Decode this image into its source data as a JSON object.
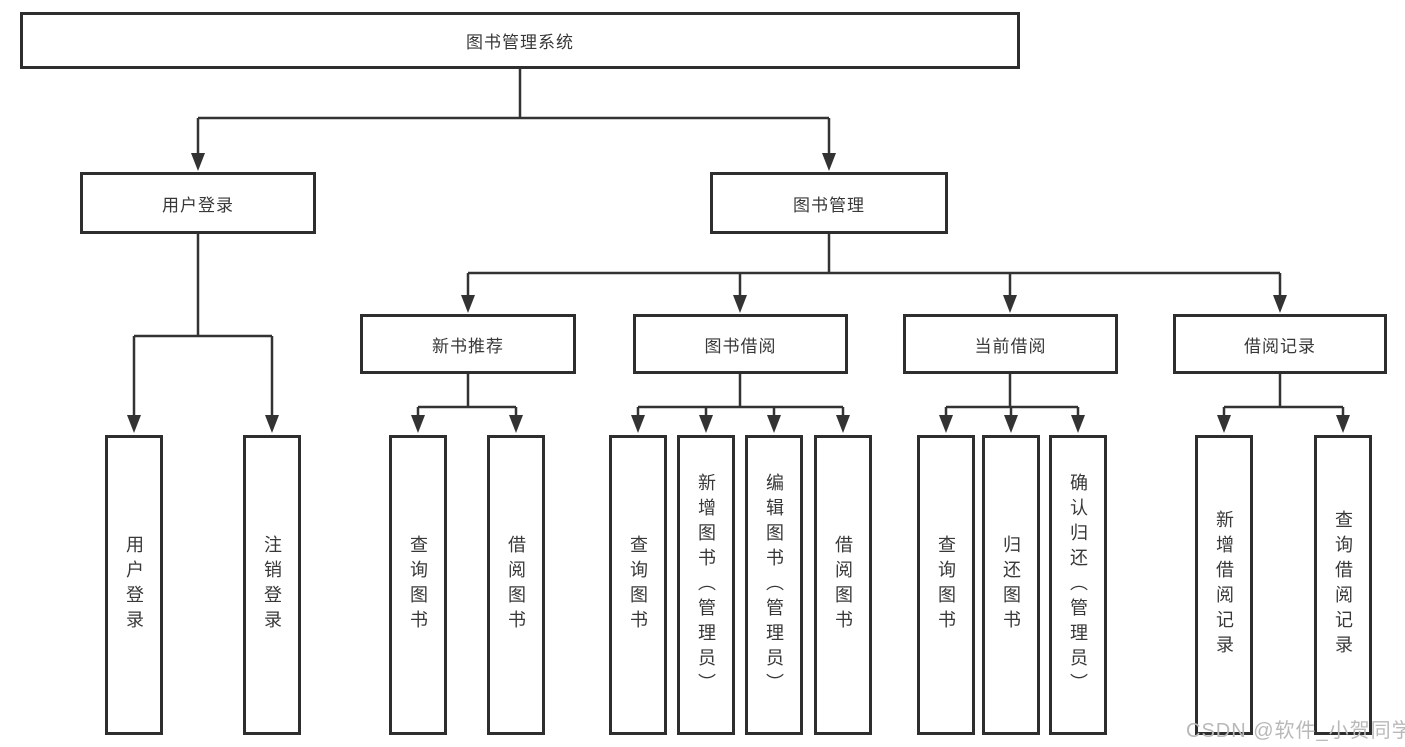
{
  "title": "图书管理系统",
  "nodes": {
    "user_login": "用户登录",
    "book_management": "图书管理",
    "new_book_recommend": "新书推荐",
    "book_borrowing": "图书借阅",
    "current_borrowing": "当前借阅",
    "borrowing_records": "借阅记录"
  },
  "leaves": {
    "user_login": "用户登录",
    "logout": "注销登录",
    "nbr_query_books": "查询图书",
    "nbr_borrow_books": "借阅图书",
    "bb_query_books": "查询图书",
    "bb_add_books": "新增图书（管理员）",
    "bb_edit_books": "编辑图书（管理员）",
    "bb_borrow_books": "借阅图书",
    "cb_query_books": "查询图书",
    "cb_return_books": "归还图书",
    "cb_confirm_return": "确认归还（管理员）",
    "br_add_record": "新增借阅记录",
    "br_query_record": "查询借阅记录"
  },
  "watermark": "CSDN @软件_小贺同学",
  "colors": {
    "line": "#333333",
    "box_border": "#2e2e2e",
    "text": "#383838",
    "watermark": "#b9b9b9",
    "background": "#ffffff"
  }
}
